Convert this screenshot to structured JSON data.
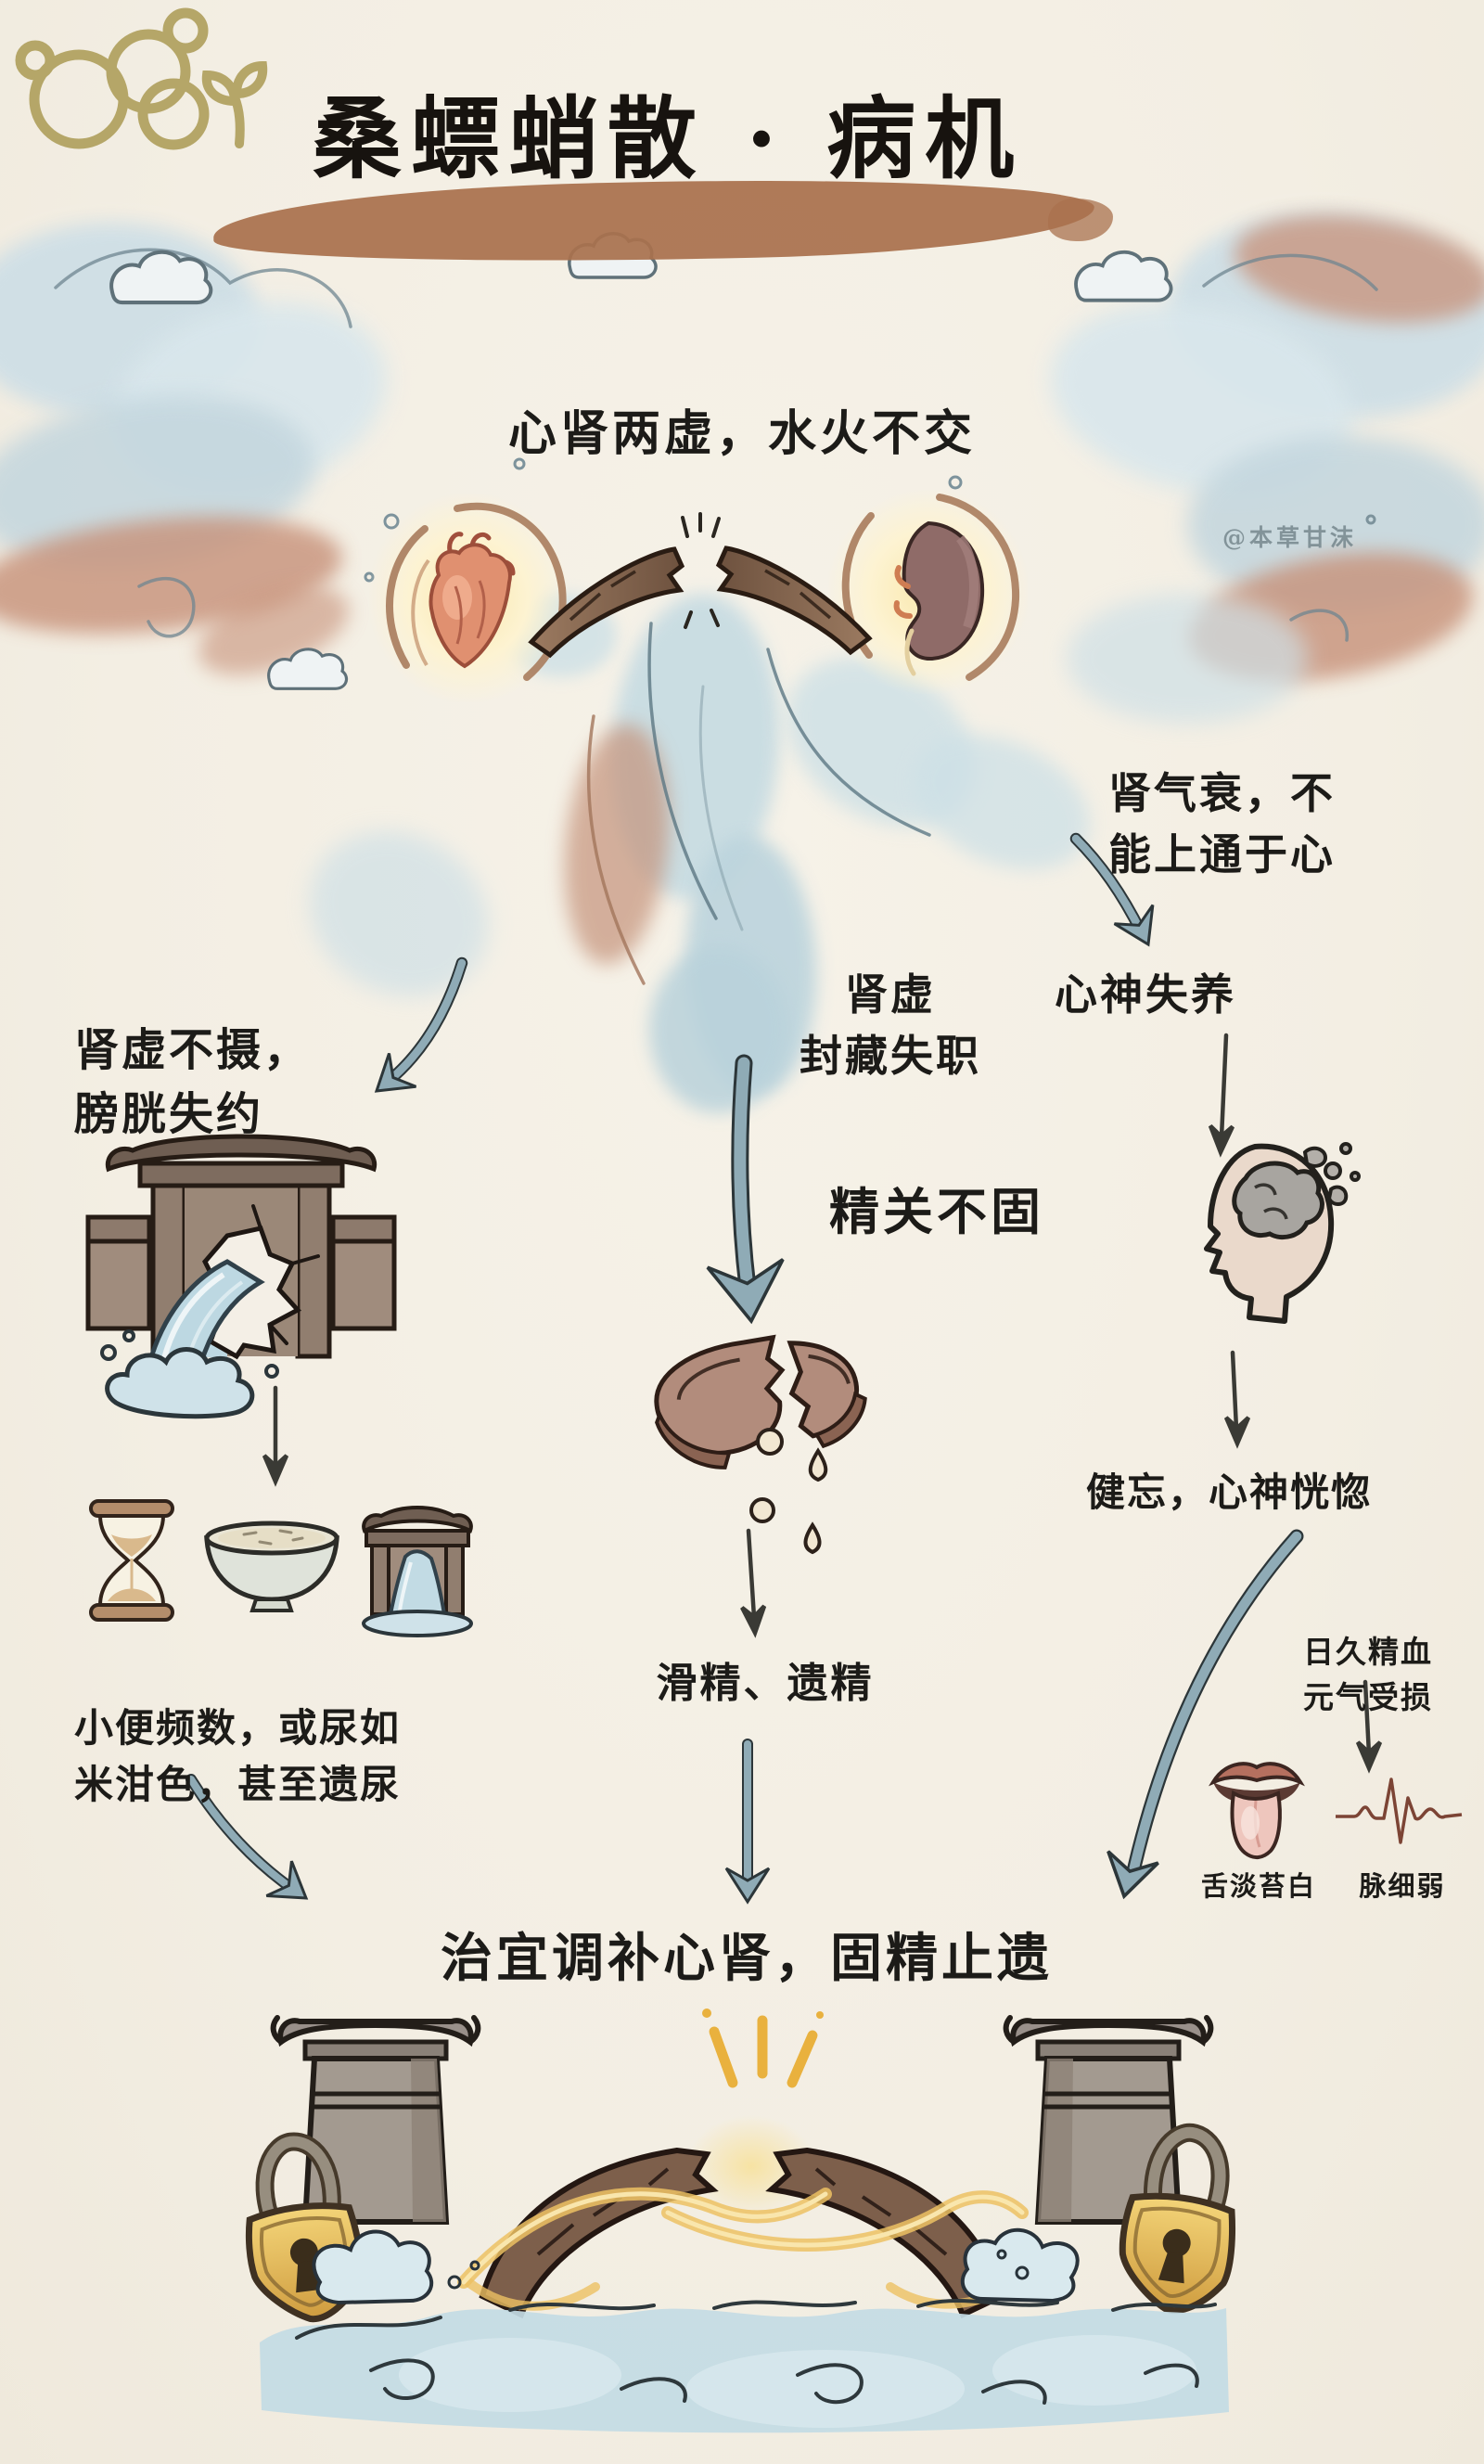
{
  "header": {
    "title": "桑螵蛸散 · 病机",
    "watermark": "@本草甘沫",
    "logo": "gold-bubbles-and-sprout"
  },
  "flow": {
    "root": "心肾两虚，水火不交",
    "right_cause": {
      "l1": "肾气衰，不",
      "l2": "能上通于心"
    },
    "left_branch": {
      "l1": "肾虚不摄，",
      "l2": "膀胱失约"
    },
    "center_branch": {
      "l1": "肾虚",
      "l2": "封藏失职"
    },
    "right_branch": "心神失养",
    "center_node": "精关不固",
    "left_symptom": {
      "l1": "小便频数，或尿如",
      "l2": "米泔色，甚至遗尿"
    },
    "center_symptom": "滑精、遗精",
    "right_symptom": "健忘，心神恍惚",
    "chronic": {
      "l1": "日久精血",
      "l2": "元气受损"
    },
    "signs": {
      "tongue": "舌淡苔白",
      "pulse": "脉细弱"
    },
    "treatment": "治宜调补心肾，固精止遗"
  },
  "illustrations": {
    "top": "glowing-heart-and-kidney-linked-by-broken-bridge",
    "left": "breached-gate-with-waterfall",
    "left_icons": [
      "hourglass",
      "bowl-of-cloudy-liquid",
      "leaking-gate"
    ],
    "center": "broken-seal-disc-leaking-pearl-drops",
    "right": "head-profile-with-scattering-brain",
    "signs": [
      "pale-tongue",
      "weak-pulse-wave"
    ],
    "bottom": "restored-bridge-with-golden-padlocks-over-water"
  },
  "colors": {
    "paper": "#f3eee3",
    "ink": "#1c1b18",
    "brush_stroke": "#a9714d",
    "arrow_blue": "#8fabb6",
    "gold": "#e6b84e",
    "water_blue": "#c2d9e1",
    "heart_red": "#e09070",
    "kidney_mauve": "#8f6b68"
  }
}
